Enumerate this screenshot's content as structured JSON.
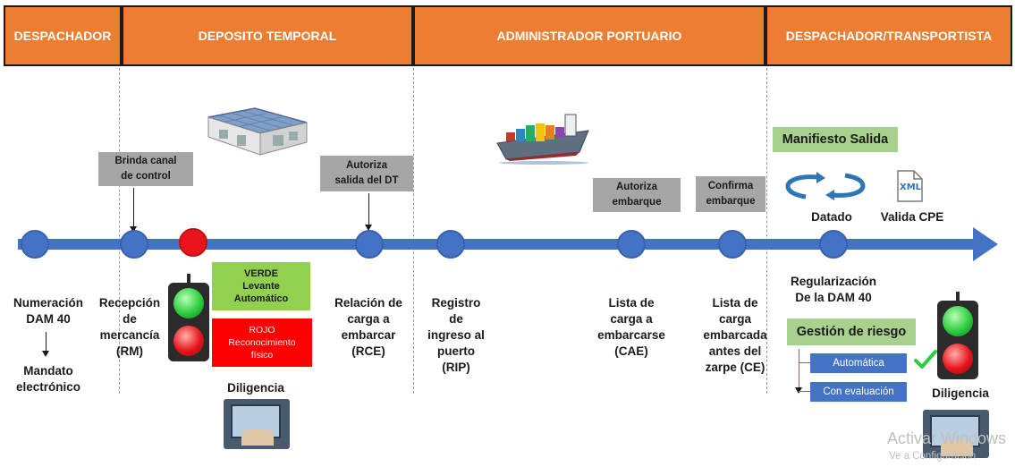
{
  "headers": [
    "DESPACHADOR",
    "DEPOSITO TEMPORAL",
    "ADMINISTRADOR PORTUARIO",
    "DESPACHADOR/TRANSPORTISTA"
  ],
  "callouts": {
    "brinda": "Brinda canal\nde control",
    "autoriza_dt": "Autoriza\nsalida del DT",
    "autoriza_emb": "Autoriza\nembarque",
    "confirma": "Confirma\nembarque"
  },
  "channels": {
    "verde": "VERDE\nLevante\nAutomático",
    "rojo": "ROJO\nReconocimiento\nfísico"
  },
  "steps": {
    "numeracion": "Numeración\nDAM 40",
    "mandato": "Mandato\nelectrónico",
    "recepcion": "Recepción\nde\nmercancía\n(RM)",
    "relacion": "Relación de\ncarga a\nembarcar\n(RCE)",
    "registro": "Registro\nde\ningreso al\npuerto\n(RIP)",
    "lista_cae": "Lista de\ncarga a\nembarcarse\n(CAE)",
    "lista_ce": "Lista de\ncarga\nembarcada\nantes del\nzarpe (CE)",
    "regularizacion": "Regularización\nDe la DAM 40"
  },
  "labels": {
    "diligencia": "Diligencia",
    "manifiesto": "Manifiesto Salida",
    "datado": "Datado",
    "valida": "Valida CPE",
    "xml": "XML",
    "gestion": "Gestión de riesgo",
    "automatica": "Automática",
    "con_evaluacion": "Con evaluación"
  },
  "watermark": {
    "line1": "Activar Windows",
    "line2": "Ve a Configuración"
  },
  "colors": {
    "header": "#ed7d31",
    "axis": "#4472c4",
    "verde": "#92d050",
    "rojo": "#ff0000",
    "highlight": "#a9d18e"
  }
}
